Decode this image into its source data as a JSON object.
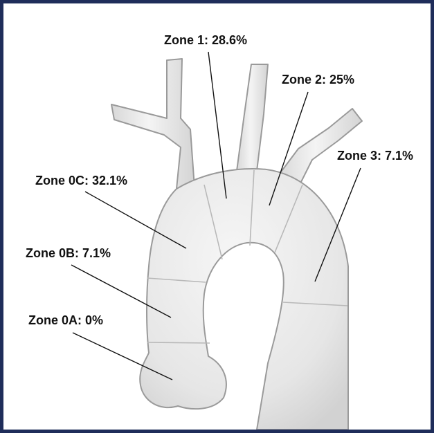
{
  "diagram": {
    "colors": {
      "frame": "#1f2d5a",
      "vessel_fill": "#ececec",
      "vessel_outline": "#9a9a9a",
      "label_text": "#111111"
    },
    "zones": [
      {
        "id": "zone-1",
        "label": "Zone 1: 28.6%",
        "percent": 28.6
      },
      {
        "id": "zone-2",
        "label": "Zone 2: 25%",
        "percent": 25
      },
      {
        "id": "zone-3",
        "label": "Zone 3: 7.1%",
        "percent": 7.1
      },
      {
        "id": "zone-0c",
        "label": "Zone 0C: 32.1%",
        "percent": 32.1
      },
      {
        "id": "zone-0b",
        "label": "Zone 0B: 7.1%",
        "percent": 7.1
      },
      {
        "id": "zone-0a",
        "label": "Zone 0A: 0%",
        "percent": 0
      }
    ]
  }
}
